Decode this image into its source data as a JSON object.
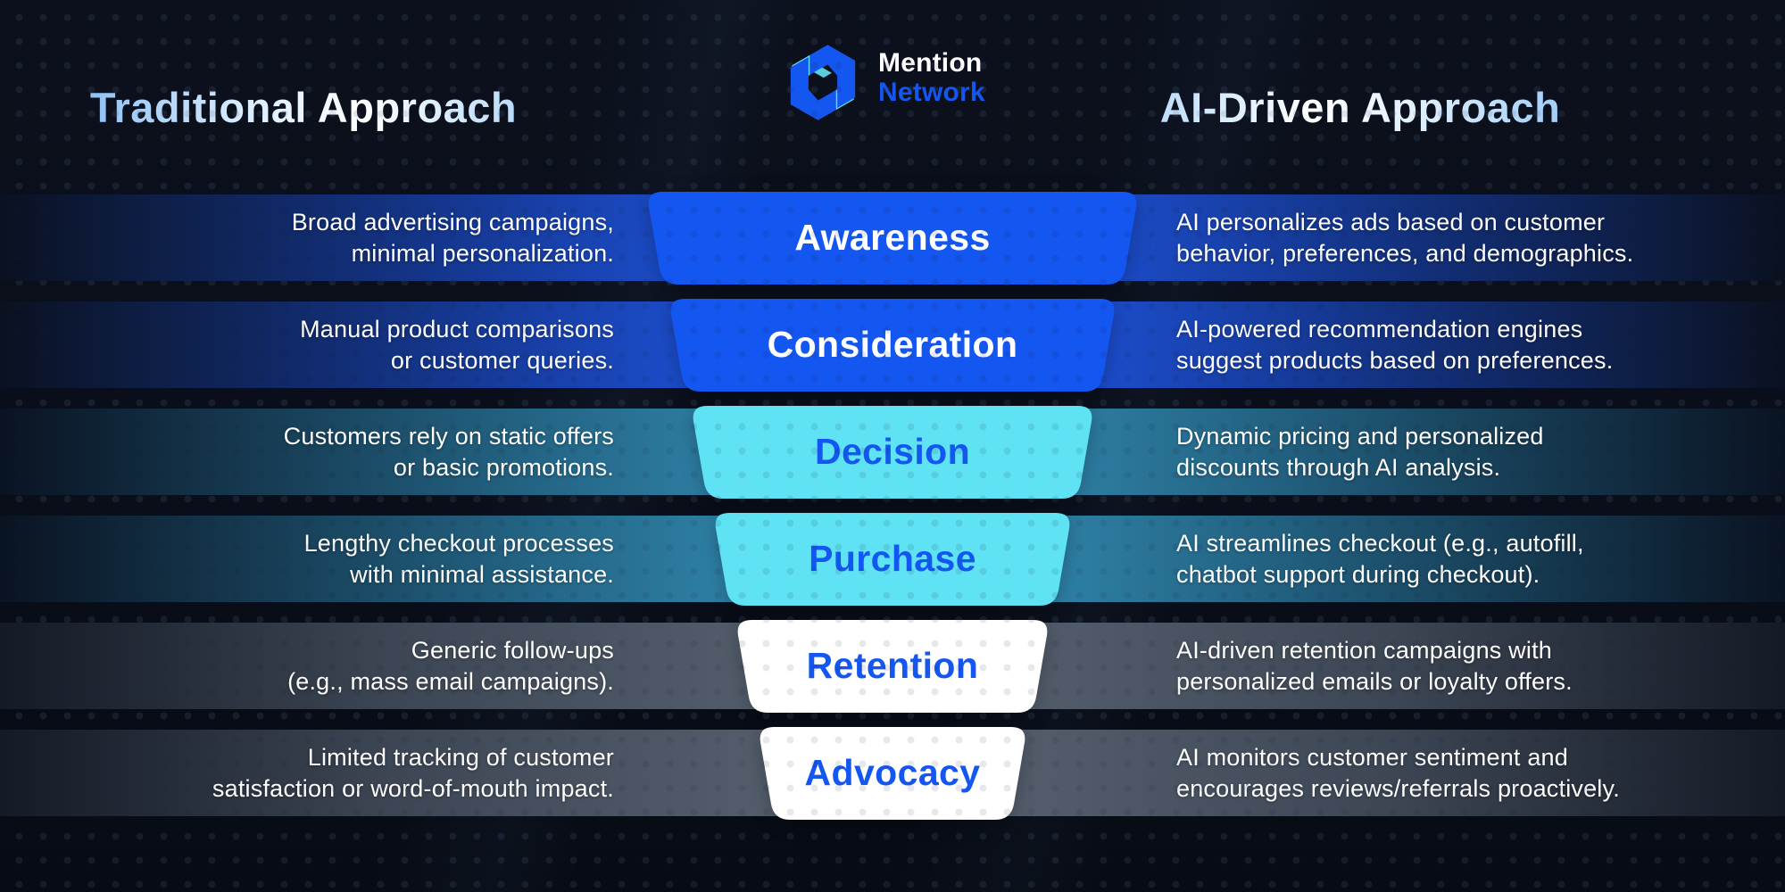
{
  "header": {
    "title_left": "Traditional Approach",
    "title_right": "AI-Driven Approach"
  },
  "logo": {
    "icon": "mention-network-n-icon",
    "line1": "Mention",
    "line2": "Network",
    "line1_color": "#ffffff",
    "line2_color": "#1456f0",
    "mark_blue": "#1456f0",
    "mark_cyan": "#5fe2f4"
  },
  "funnel": {
    "rows": [
      {
        "stage": "Awareness",
        "stage_color": "#1456f0",
        "stage_text_color": "#ffffff",
        "band": "blue",
        "left_line1": "Broad advertising campaigns,",
        "left_line2": "minimal personalization.",
        "right_line1": "AI personalizes ads based on customer",
        "right_line2": "behavior, preferences, and demographics."
      },
      {
        "stage": "Consideration",
        "stage_color": "#1456f0",
        "stage_text_color": "#ffffff",
        "band": "blue",
        "left_line1": "Manual product comparisons",
        "left_line2": "or customer queries.",
        "right_line1": "AI-powered recommendation engines",
        "right_line2": "suggest products based on preferences."
      },
      {
        "stage": "Decision",
        "stage_color": "#5fe2f4",
        "stage_text_color": "#1456f0",
        "band": "teal",
        "left_line1": "Customers rely on static offers",
        "left_line2": "or basic promotions.",
        "right_line1": "Dynamic pricing and personalized",
        "right_line2": "discounts through AI analysis."
      },
      {
        "stage": "Purchase",
        "stage_color": "#5fe2f4",
        "stage_text_color": "#1456f0",
        "band": "teal",
        "left_line1": "Lengthy checkout processes",
        "left_line2": "with minimal assistance.",
        "right_line1": "AI streamlines checkout (e.g., autofill,",
        "right_line2": "chatbot support during checkout)."
      },
      {
        "stage": "Retention",
        "stage_color": "#ffffff",
        "stage_text_color": "#1456f0",
        "band": "slate",
        "left_line1": "Generic follow-ups",
        "left_line2": "(e.g., mass email campaigns).",
        "right_line1": "AI-driven retention campaigns with",
        "right_line2": "personalized emails or loyalty offers."
      },
      {
        "stage": "Advocacy",
        "stage_color": "#ffffff",
        "stage_text_color": "#1456f0",
        "band": "slate",
        "left_line1": "Limited tracking of customer",
        "left_line2": "satisfaction or word-of-mouth impact.",
        "right_line1": "AI monitors customer sentiment and",
        "right_line2": "encourages reviews/referrals proactively."
      }
    ]
  },
  "colors": {
    "background": "#0a0e19",
    "band_blue_center": "#2058e4",
    "band_teal_center": "#3289ae",
    "band_slate_center": "#586271",
    "stage_blue": "#1456f0",
    "stage_cyan": "#5fe2f4",
    "stage_white": "#ffffff",
    "title_gradient_blue": "#8cc2f4"
  }
}
